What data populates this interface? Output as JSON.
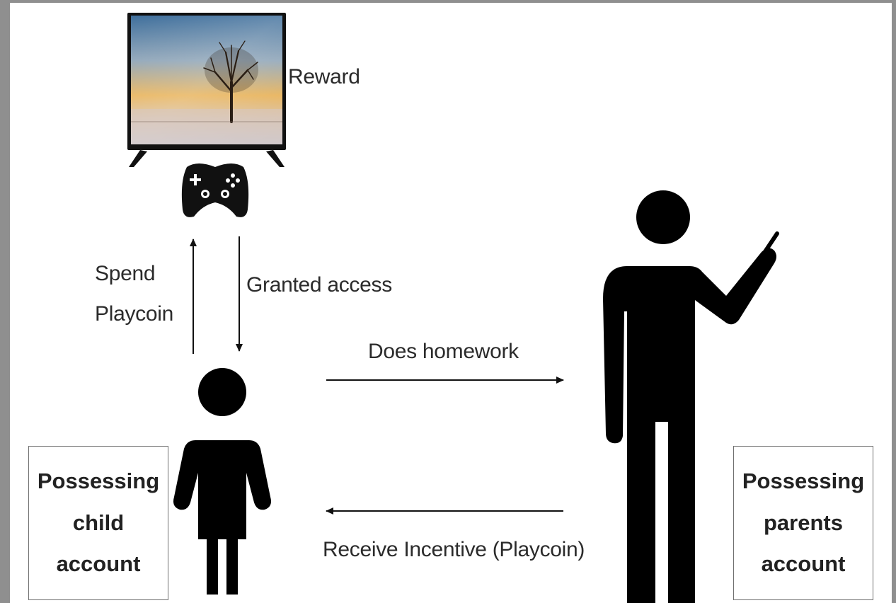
{
  "diagram": {
    "labels": {
      "reward": "Reward",
      "spend_line1": "Spend",
      "spend_line2": "Playcoin",
      "granted": "Granted access",
      "homework": "Does homework",
      "incentive": "Receive Incentive (Playcoin)"
    },
    "boxes": {
      "child": "Possessing\nchild\naccount",
      "parents": "Possessing\nparents\naccount"
    },
    "icons": [
      "tv-icon",
      "gamepad-icon",
      "child-icon",
      "parent-icon"
    ],
    "colors": {
      "frame": "#8f8f8f",
      "ink": "#000000",
      "text": "#2b2b2b"
    }
  }
}
